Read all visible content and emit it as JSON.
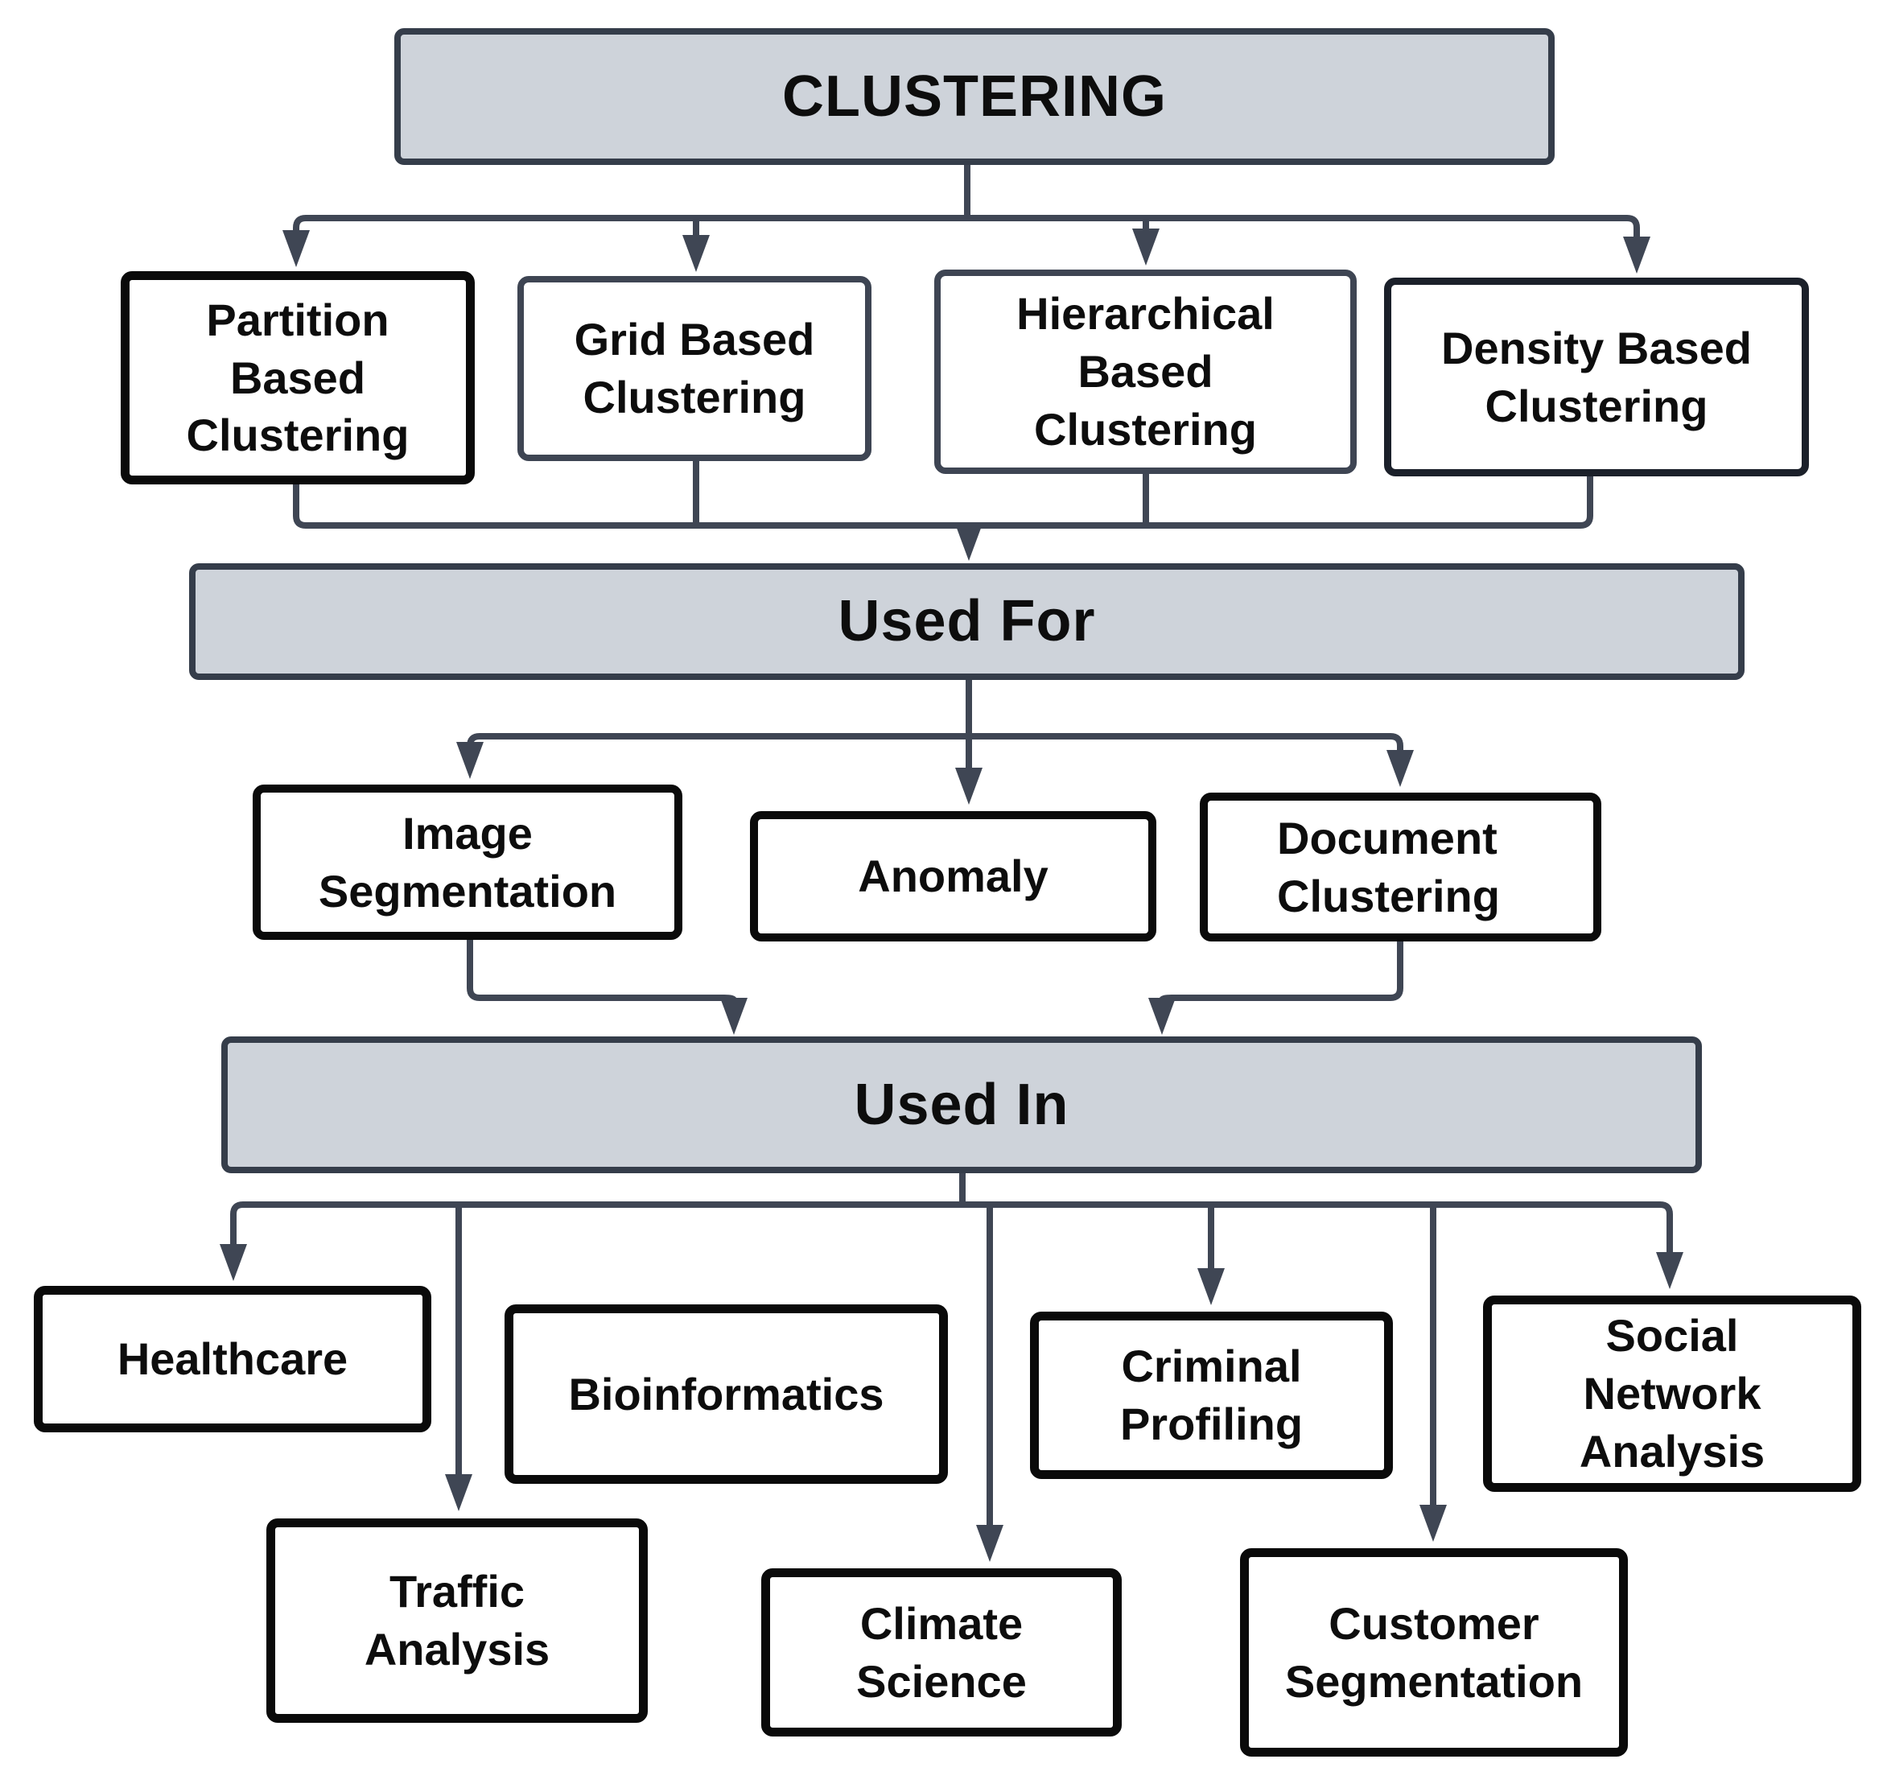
{
  "flowchart": {
    "root": {
      "label": "CLUSTERING"
    },
    "clustering_types": [
      {
        "id": "partition",
        "label": "Partition\nBased\nClustering"
      },
      {
        "id": "grid",
        "label": "Grid Based\nClustering"
      },
      {
        "id": "hierarchical",
        "label": "Hierarchical\nBased\nClustering"
      },
      {
        "id": "density",
        "label": "Density Based\nClustering"
      }
    ],
    "used_for": {
      "header": "Used For",
      "items": [
        {
          "id": "image_segmentation",
          "label": "Image\nSegmentation"
        },
        {
          "id": "anomaly",
          "label": "Anomaly"
        },
        {
          "id": "document_clustering",
          "label": "Document\nClustering"
        }
      ]
    },
    "used_in": {
      "header": "Used In",
      "items": [
        {
          "id": "healthcare",
          "label": "Healthcare"
        },
        {
          "id": "bioinformatics",
          "label": "Bioinformatics"
        },
        {
          "id": "criminal_profiling",
          "label": "Criminal\nProfiling"
        },
        {
          "id": "social_network_analysis",
          "label": "Social\nNetwork\nAnalysis"
        },
        {
          "id": "traffic_analysis",
          "label": "Traffic\nAnalysis"
        },
        {
          "id": "climate_science",
          "label": "Climate\nScience"
        },
        {
          "id": "customer_segmentation",
          "label": "Customer\nSegmentation"
        }
      ]
    },
    "colors": {
      "background": "#ffffff",
      "bar_fill": "#ced3da",
      "bar_border": "#353d4a",
      "connector": "#3f4654",
      "box_border_black": "#0a0a0a",
      "box_border_slate": "#3e4553",
      "text": "#0d0d0d"
    }
  }
}
